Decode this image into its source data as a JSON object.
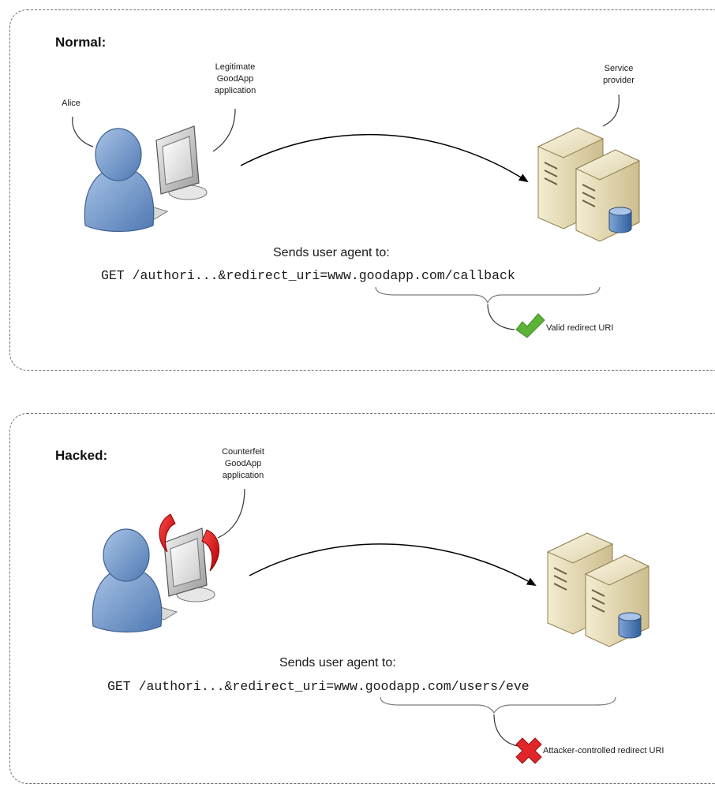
{
  "normal": {
    "heading": "Normal:",
    "user_label": "Alice",
    "app_label": "Legitimate\nGoodApp\napplication",
    "server_label": "Service\nprovider",
    "caption": "Sends user agent to:",
    "request": "GET /authori...&redirect_uri=www.goodapp.com/callback",
    "result": "Valid redirect URI",
    "result_icon": "checkmark-icon",
    "result_color": "#5cb338"
  },
  "hacked": {
    "heading": "Hacked:",
    "app_label": "Counterfeit\nGoodApp\napplication",
    "caption": "Sends user agent to:",
    "request": "GET /authori...&redirect_uri=www.goodapp.com/users/eve",
    "result": "Attacker-controlled redirect URI",
    "result_icon": "x-icon",
    "result_color": "#e0252b"
  }
}
